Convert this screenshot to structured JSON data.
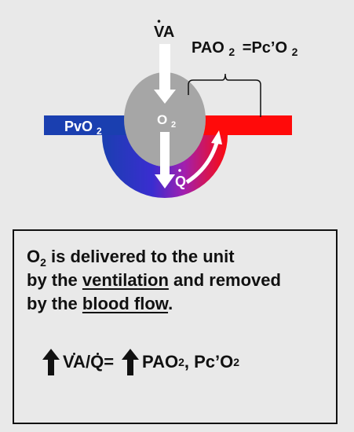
{
  "diagram": {
    "ventilation_label": "VA",
    "alveolar_label": "PAO",
    "alveolar_sub": "2",
    "capillary_label": "=Pc’O",
    "capillary_sub": "2",
    "venous_label": "PvO",
    "venous_sub": "2",
    "oxygen_label": "O",
    "oxygen_sub": "2",
    "perfusion_label": "Q",
    "colors": {
      "venous": "#1a3fb0",
      "arterial": "#ff0a0a",
      "alveolus": "#a6a6a6",
      "background": "#e9e9e9"
    }
  },
  "textbox": {
    "line1_o": "O",
    "line1_sub": "2",
    "line1_rest": " is delivered to the unit",
    "line2_pre": "by the ",
    "line2_u": "ventilation",
    "line2_post": " and removed",
    "line3_pre": "by the ",
    "line3_u": "blood flow",
    "line3_post": ".",
    "formula_va": "VA",
    "formula_slash": "/",
    "formula_q": "Q",
    "formula_eq": " =",
    "formula_pao": "PAO",
    "formula_pao_sub": "2",
    "formula_pc": ", Pc’O",
    "formula_pc_sub": "2"
  }
}
